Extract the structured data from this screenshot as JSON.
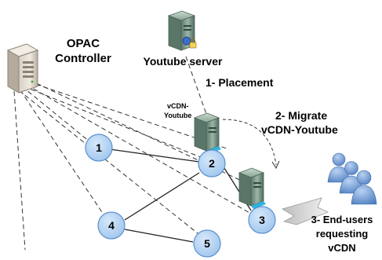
{
  "labels": {
    "opac_line1": "OPAC",
    "opac_line2": "Controller",
    "youtube_server": "Youtube server",
    "placement": "1- Placement",
    "vcdn_line1": "vCDN-",
    "vcdn_line2": "Youtube",
    "migrate_line1": "2- Migrate",
    "migrate_line2": "vCDN-Youtube",
    "endusers_line1": "3- End-users",
    "endusers_line2": "requesting",
    "endusers_line3": "vCDN"
  },
  "nodes": [
    {
      "id": "1",
      "label": "1"
    },
    {
      "id": "2",
      "label": "2"
    },
    {
      "id": "3",
      "label": "3"
    },
    {
      "id": "4",
      "label": "4"
    },
    {
      "id": "5",
      "label": "5"
    }
  ],
  "icons": {
    "controller": "server-rack-icon",
    "youtube_server": "server-icon",
    "vcdn_server_2": "server-icon",
    "vcdn_server_3": "server-icon",
    "users": "users-group-icon"
  },
  "colors": {
    "node_fill": "#a9cdf0",
    "node_stroke": "#5b8fcf",
    "server_body": "#7f9a8c",
    "users": "#7aa2d8"
  }
}
